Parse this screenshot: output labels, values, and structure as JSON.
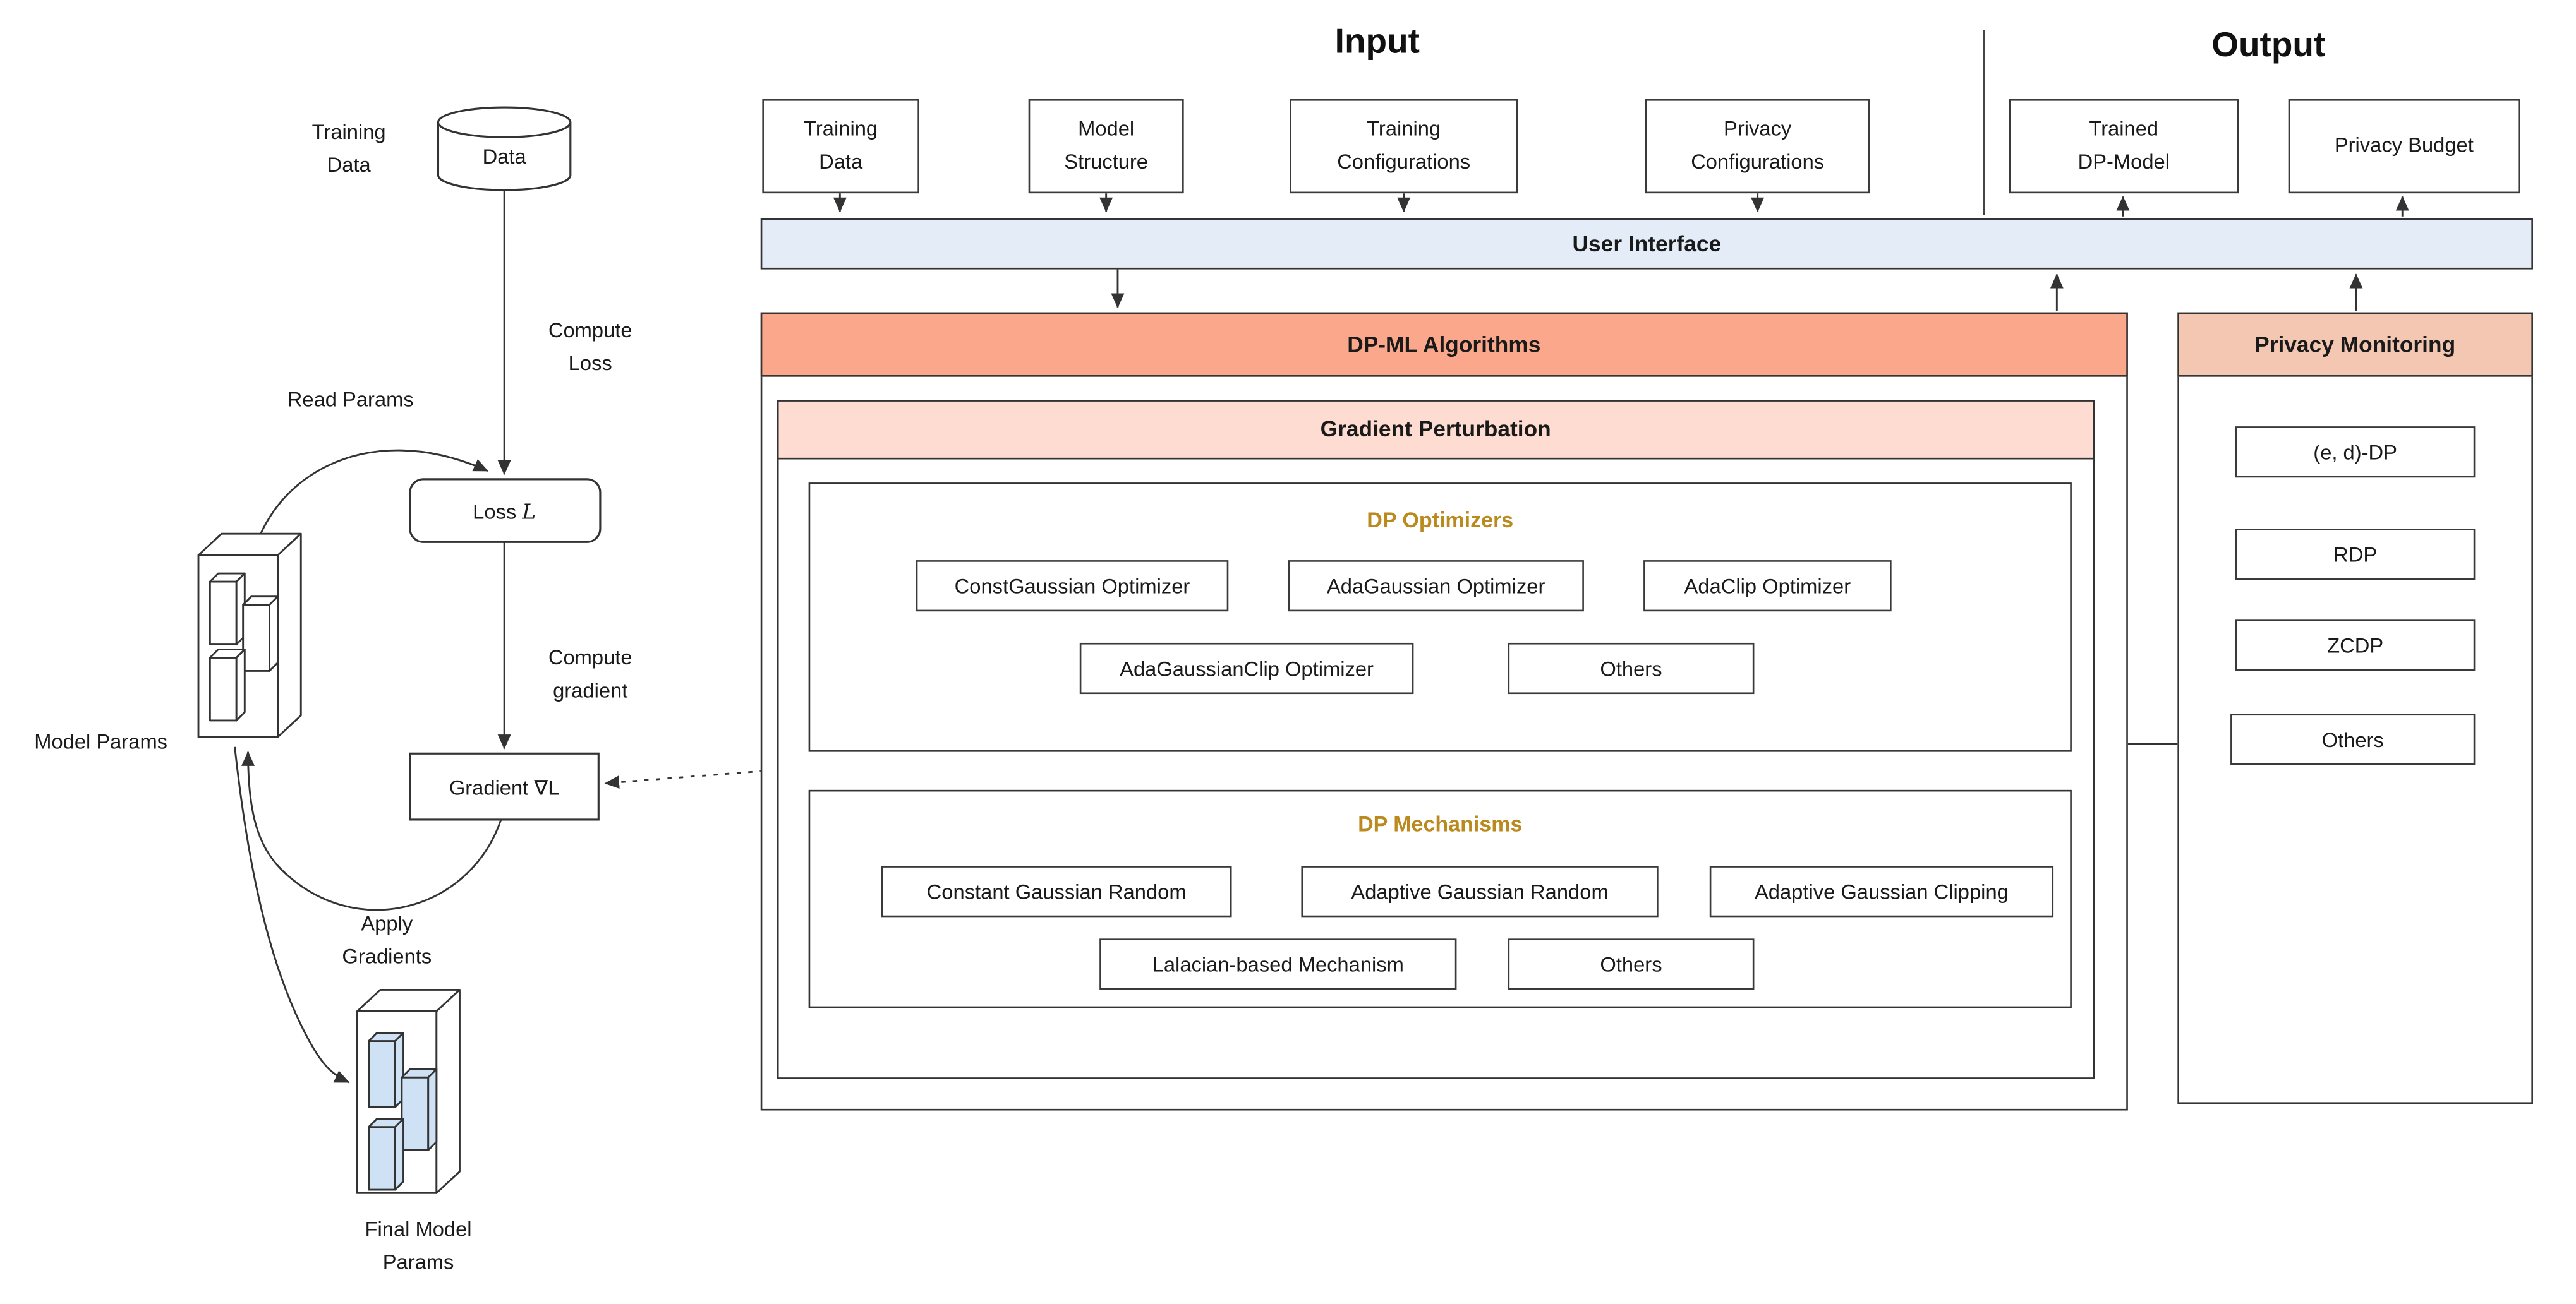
{
  "titles": {
    "input": "Input",
    "output": "Output"
  },
  "left_flow": {
    "training_data": [
      "Training",
      "Data"
    ],
    "cylinder_label": "Data",
    "compute_loss": [
      "Compute",
      "Loss"
    ],
    "read_params": "Read Params",
    "loss_box": {
      "prefix": "Loss ",
      "symbol": "L"
    },
    "compute_gradient": [
      "Compute",
      "gradient"
    ],
    "gradient_box": "Gradient ∇L",
    "model_params": "Model Params",
    "apply_gradients": [
      "Apply",
      "Gradients"
    ],
    "final_model_params": [
      "Final Model",
      "Params"
    ]
  },
  "input_boxes": [
    [
      "Training",
      "Data"
    ],
    [
      "Model",
      "Structure"
    ],
    [
      "Training",
      "Configurations"
    ],
    [
      "Privacy",
      "Configurations"
    ]
  ],
  "output_boxes": [
    [
      "Trained",
      "DP-Model"
    ],
    [
      "Privacy Budget"
    ]
  ],
  "user_interface": "User Interface",
  "dpml": {
    "title": "DP-ML Algorithms",
    "gradient_perturbation": "Gradient Perturbation",
    "optimizers": {
      "title": "DP Optimizers",
      "items": [
        "ConstGaussian Optimizer",
        "AdaGaussian Optimizer",
        "AdaClip Optimizer",
        "AdaGaussianClip Optimizer",
        "Others"
      ]
    },
    "mechanisms": {
      "title": "DP Mechanisms",
      "items": [
        "Constant Gaussian Random",
        "Adaptive Gaussian Random",
        "Adaptive Gaussian Clipping",
        "Lalacian-based Mechanism",
        "Others"
      ]
    }
  },
  "privacy_monitoring": {
    "title": "Privacy Monitoring",
    "items": [
      "(e, d)-DP",
      "RDP",
      "ZCDP",
      "Others"
    ]
  },
  "colors": {
    "user_interface_bg": "#e3ecf7",
    "dpml_header_bg": "#faa78c",
    "privacy_monitoring_header_bg": "#f3c7b1",
    "gradient_perturbation_bg": "#fedcd1",
    "accent_gold": "#bb8a1e",
    "param_block_blue": "#cfe2f5",
    "line": "#333333"
  }
}
